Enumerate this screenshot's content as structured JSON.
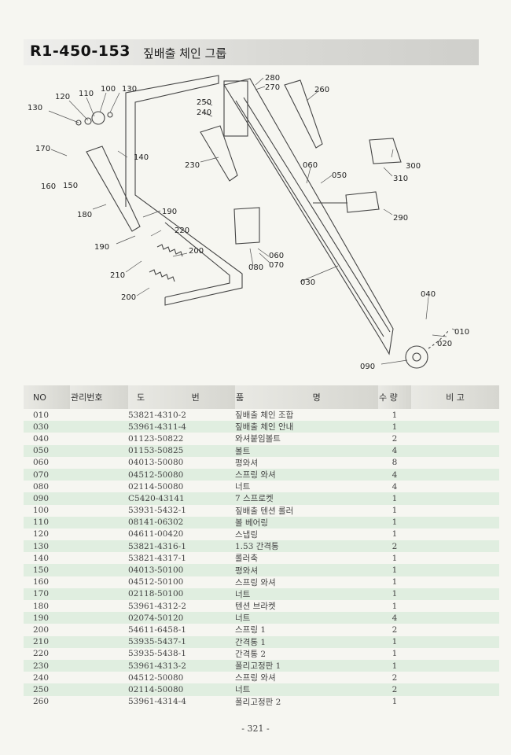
{
  "header": {
    "code": "R1-450-153",
    "name": "짚배출 체인 그룹"
  },
  "diagram": {
    "callouts": [
      "010",
      "020",
      "030",
      "040",
      "050",
      "060",
      "060",
      "070",
      "080",
      "090",
      "100",
      "110",
      "120",
      "130",
      "130",
      "140",
      "150",
      "160",
      "170",
      "180",
      "190",
      "190",
      "200",
      "200",
      "210",
      "220",
      "230",
      "240",
      "250",
      "260",
      "270",
      "280",
      "290",
      "300",
      "310"
    ]
  },
  "table": {
    "headers": {
      "no": "NO",
      "mgmt": "관리번호",
      "dwg_a": "도",
      "dwg_b": "번",
      "name_a": "품",
      "name_b": "명",
      "qty": "수 량",
      "rem": "비   고"
    },
    "rows": [
      {
        "no": "010",
        "dwg": "53821-4310-2",
        "name": "짚배출 체인 조합",
        "qty": "1"
      },
      {
        "no": "030",
        "dwg": "53961-4311-4",
        "name": "짚배출 체인 안내",
        "qty": "1"
      },
      {
        "no": "040",
        "dwg": "01123-50822",
        "name": "와셔붙임볼트",
        "qty": "2"
      },
      {
        "no": "050",
        "dwg": "01153-50825",
        "name": "볼트",
        "qty": "4"
      },
      {
        "no": "060",
        "dwg": "04013-50080",
        "name": "평와셔",
        "qty": "8"
      },
      {
        "no": "070",
        "dwg": "04512-50080",
        "name": "스프링 와셔",
        "qty": "4"
      },
      {
        "no": "080",
        "dwg": "02114-50080",
        "name": "너트",
        "qty": "4"
      },
      {
        "no": "090",
        "dwg": "C5420-43141",
        "name": "7 스프로켓",
        "qty": "1"
      },
      {
        "no": "100",
        "dwg": "53931-5432-1",
        "name": "짚배출 텐션 롤러",
        "qty": "1"
      },
      {
        "no": "110",
        "dwg": "08141-06302",
        "name": "볼 베어링",
        "qty": "1"
      },
      {
        "no": "120",
        "dwg": "04611-00420",
        "name": "스냅링",
        "qty": "1"
      },
      {
        "no": "130",
        "dwg": "53821-4316-1",
        "name": "1.53 간격통",
        "qty": "2"
      },
      {
        "no": "140",
        "dwg": "53821-4317-1",
        "name": "롤러축",
        "qty": "1"
      },
      {
        "no": "150",
        "dwg": "04013-50100",
        "name": "평와셔",
        "qty": "1"
      },
      {
        "no": "160",
        "dwg": "04512-50100",
        "name": "스프링 와셔",
        "qty": "1"
      },
      {
        "no": "170",
        "dwg": "02118-50100",
        "name": "너트",
        "qty": "1"
      },
      {
        "no": "180",
        "dwg": "53961-4312-2",
        "name": "텐션 브라켓",
        "qty": "1"
      },
      {
        "no": "190",
        "dwg": "02074-50120",
        "name": "너트",
        "qty": "4"
      },
      {
        "no": "200",
        "dwg": "54611-6458-1",
        "name": "스프링 1",
        "qty": "2"
      },
      {
        "no": "210",
        "dwg": "53935-5437-1",
        "name": "간격통 1",
        "qty": "1"
      },
      {
        "no": "220",
        "dwg": "53935-5438-1",
        "name": "간격통 2",
        "qty": "1"
      },
      {
        "no": "230",
        "dwg": "53961-4313-2",
        "name": "폴리고정판 1",
        "qty": "1"
      },
      {
        "no": "240",
        "dwg": "04512-50080",
        "name": "스프링 와셔",
        "qty": "2"
      },
      {
        "no": "250",
        "dwg": "02114-50080",
        "name": "너트",
        "qty": "2"
      },
      {
        "no": "260",
        "dwg": "53961-4314-4",
        "name": "폴리고정판 2",
        "qty": "1"
      }
    ]
  },
  "footer": {
    "page": "- 321 -"
  }
}
